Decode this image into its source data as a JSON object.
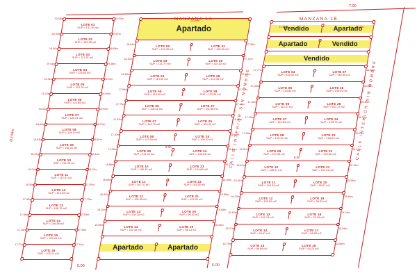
{
  "colors": {
    "line": "#c81e1e",
    "highlight": "#f7ee6d",
    "status_text": "#1d1d1d",
    "background": "#ffffff"
  },
  "titles": {
    "left": "MANZANA  1A.",
    "right": "MANZANA  1B."
  },
  "streets": {
    "label": "CALLE   INTERIOR   SIN   NOMBRE"
  },
  "dims": {
    "top_right": "7.00",
    "bottom_left": "6.00",
    "bottom_mid": "6.00",
    "lot_width_b": "8.00",
    "lot_width_c": "8.00",
    "left_edge": "112.68m",
    "banner_top": "23.94m",
    "c_top_left": "19.16m",
    "c_top_right": "16.76m"
  },
  "strip_a": {
    "rows": [
      {
        "n": "LOTE 01",
        "s": "SUP = 131.26 m2",
        "dl": "20.06m",
        "dr": "19.93m"
      },
      {
        "n": "LOTE 02",
        "s": "SUP = 129.38 m2",
        "dl": "20.00m",
        "dr": "19.87m"
      },
      {
        "n": "LOTE 03",
        "s": "SUP = 127.51 m2",
        "dl": "19.80m",
        "dr": "19.68m"
      },
      {
        "n": "LOTE 04",
        "s": "SUP = 125.63 m2",
        "dl": "19.61m",
        "dr": "19.48m"
      },
      {
        "n": "LOTE 05",
        "s": "SUP = 123.76 m2",
        "dl": "19.41m",
        "dr": "19.29m"
      },
      {
        "n": "LOTE 06",
        "s": "SUP = 121.88 m2",
        "dl": "19.22m",
        "dr": "19.09m"
      },
      {
        "n": "LOTE 07",
        "s": "SUP = 120.01 m2",
        "dl": "19.02m",
        "dr": "18.90m"
      },
      {
        "n": "LOTE 08",
        "s": "SUP = 118.13 m2",
        "dl": "18.83m",
        "dr": "18.70m"
      },
      {
        "n": "LOTE 09",
        "s": "SUP = 116.26 m2",
        "dl": "18.63m",
        "dr": "18.51m"
      },
      {
        "n": "LOTE 10",
        "s": "SUP = 114.38 m2",
        "dl": "18.44m",
        "dr": "18.31m"
      },
      {
        "n": "LOTE 11",
        "s": "SUP = 112.51 m2",
        "dl": "18.24m",
        "dr": "18.12m"
      },
      {
        "n": "LOTE 12",
        "s": "SUP = 110.63 m2",
        "dl": "18.05m",
        "dr": "17.92m"
      },
      {
        "n": "LOTE 13",
        "s": "SUP = 108.76 m2",
        "dl": "17.85m",
        "dr": "17.73m"
      },
      {
        "n": "LOTE 14",
        "s": "SUP = 106.88 m2",
        "dl": "17.66m",
        "dr": "17.53m"
      },
      {
        "n": "LOTE 15",
        "s": "SUP = 105.01 m2",
        "dl": "17.46m",
        "dr": "17.34m"
      },
      {
        "n": "LOTE 16",
        "s": "SUP = 103.13 m2",
        "dl": "17.27m",
        "dr": "17.14m"
      }
    ]
  },
  "strip_b": {
    "banner": "Apartado",
    "bottom": [
      "Apartado",
      "Apartado"
    ],
    "rows": [
      {
        "ln": "LOTE 02",
        "ls": "SUP = 123.45 m2",
        "ld": "18.62m",
        "rn": "LOTE 31",
        "rs": "SUP = 118.30 m2",
        "rd": "17.95m"
      },
      {
        "ln": "LOTE 03",
        "ls": "SUP = 121.70 m2",
        "ld": "18.40m",
        "rn": "LOTE 30",
        "rs": "SUP = 116.62 m2",
        "rd": "17.74m"
      },
      {
        "ln": "LOTE 04",
        "ls": "SUP = 119.95 m2",
        "ld": "18.18m",
        "rn": "LOTE 29",
        "rs": "SUP = 114.94 m2",
        "rd": "17.53m"
      },
      {
        "ln": "LOTE 05",
        "ls": "SUP = 118.20 m2",
        "ld": "17.96m",
        "rn": "LOTE 28",
        "rs": "SUP = 113.26 m2",
        "rd": "17.32m"
      },
      {
        "ln": "LOTE 06",
        "ls": "SUP = 116.45 m2",
        "ld": "17.74m",
        "rn": "LOTE 27",
        "rs": "SUP = 111.58 m2",
        "rd": "17.11m"
      },
      {
        "ln": "LOTE 07",
        "ls": "SUP = 114.70 m2",
        "ld": "17.52m",
        "rn": "LOTE 26",
        "rs": "SUP = 109.90 m2",
        "rd": "16.90m"
      },
      {
        "ln": "LOTE 08",
        "ls": "SUP = 112.95 m2",
        "ld": "17.30m",
        "rn": "LOTE 25",
        "rs": "SUP = 108.22 m2",
        "rd": "16.69m"
      },
      {
        "ln": "LOTE 09",
        "ls": "SUP = 111.20 m2",
        "ld": "17.08m",
        "rn": "LOTE 24",
        "rs": "SUP = 106.54 m2",
        "rd": "16.48m"
      },
      {
        "ln": "LOTE 10",
        "ls": "SUP = 109.45 m2",
        "ld": "16.86m",
        "rn": "LOTE 23",
        "rs": "SUP = 104.86 m2",
        "rd": "16.27m"
      },
      {
        "ln": "LOTE 11",
        "ls": "SUP = 107.70 m2",
        "ld": "16.64m",
        "rn": "LOTE 22",
        "rs": "SUP = 103.18 m2",
        "rd": "16.06m"
      },
      {
        "ln": "LOTE 12",
        "ls": "SUP = 105.95 m2",
        "ld": "16.42m",
        "rn": "LOTE 21",
        "rs": "SUP = 101.50 m2",
        "rd": "15.85m"
      },
      {
        "ln": "LOTE 13",
        "ls": "SUP = 104.20 m2",
        "ld": "16.20m",
        "rn": "LOTE 20",
        "rs": "SUP = 99.82 m2",
        "rd": "15.64m"
      },
      {
        "ln": "LOTE 14",
        "ls": "SUP = 102.45 m2",
        "ld": "15.98m",
        "rn": "LOTE 19",
        "rs": "SUP = 98.14 m2",
        "rd": "15.43m"
      }
    ]
  },
  "strip_c": {
    "yellow": [
      {
        "l": "Vendido",
        "r": "Apartado"
      },
      {
        "l": "Apartado",
        "r": "Vendido"
      },
      {
        "full": "Vendido"
      }
    ],
    "rows": [
      {
        "ln": "LOTE 04",
        "ls": "SUP = 115.42 m2",
        "ld": "17.77m",
        "rn": "LOTE 27",
        "rs": "SUP = 110.05 m2",
        "rd": "16.84m"
      },
      {
        "ln": "LOTE 05",
        "ls": "SUP = 113.84 m2",
        "ld": "17.59m",
        "rn": "LOTE 26",
        "rs": "SUP = 108.61 m2",
        "rd": "16.66m"
      },
      {
        "ln": "LOTE 06",
        "ls": "SUP = 112.27 m2",
        "ld": "17.41m",
        "rn": "LOTE 25",
        "rs": "SUP = 107.17 m2",
        "rd": "16.48m"
      },
      {
        "ln": "LOTE 07",
        "ls": "SUP = 110.69 m2",
        "ld": "17.23m",
        "rn": "LOTE 24",
        "rs": "SUP = 105.73 m2",
        "rd": "16.30m"
      },
      {
        "ln": "LOTE 08",
        "ls": "SUP = 109.12 m2",
        "ld": "17.05m",
        "rn": "LOTE 23",
        "rs": "SUP = 104.29 m2",
        "rd": "16.12m"
      },
      {
        "ln": "LOTE 09",
        "ls": "SUP = 107.54 m2",
        "ld": "16.87m",
        "rn": "LOTE 22",
        "rs": "SUP = 102.85 m2",
        "rd": "15.94m"
      },
      {
        "ln": "LOTE 10",
        "ls": "SUP = 105.97 m2",
        "ld": "16.69m",
        "rn": "LOTE 21",
        "rs": "SUP = 101.41 m2",
        "rd": "15.76m"
      },
      {
        "ln": "LOTE 11",
        "ls": "SUP = 104.39 m2",
        "ld": "16.51m",
        "rn": "LOTE 20",
        "rs": "SUP = 99.97 m2",
        "rd": "15.58m"
      },
      {
        "ln": "LOTE 12",
        "ls": "SUP = 102.82 m2",
        "ld": "16.33m",
        "rn": "LOTE 19",
        "rs": "SUP = 98.53 m2",
        "rd": "15.40m"
      },
      {
        "ln": "LOTE 13",
        "ls": "SUP = 101.24 m2",
        "ld": "16.15m",
        "rn": "LOTE 18",
        "rs": "SUP = 97.09 m2",
        "rd": "15.22m"
      },
      {
        "ln": "LOTE 14",
        "ls": "SUP = 99.67 m2",
        "ld": "15.97m",
        "rn": "LOTE 17",
        "rs": "SUP = 95.65 m2",
        "rd": "15.04m"
      },
      {
        "ln": "LOTE 15",
        "ls": "SUP = 98.09 m2",
        "ld": "15.79m",
        "rn": "LOTE 16",
        "rs": "SUP = 94.21 m2",
        "rd": "14.86m"
      }
    ]
  }
}
